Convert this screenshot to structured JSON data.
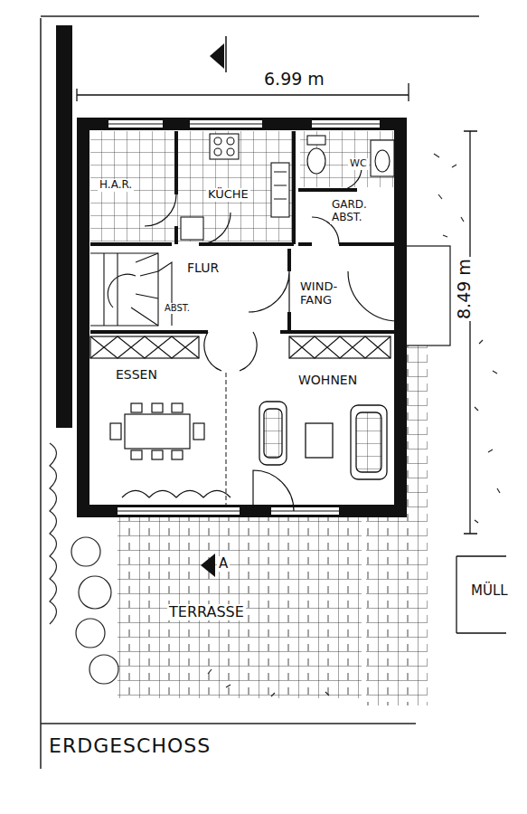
{
  "diagram": {
    "caption": "ERDGESCHOSS",
    "labels": [
      "6.99 m",
      "8.49 m",
      "H.A.R.",
      "KÜCHE",
      "WC",
      "GARD. ABST.",
      "FLUR",
      "WIND- FANG",
      "ABST.",
      "ESSEN",
      "WOHNEN",
      "TERRASSE",
      "MÜLL",
      "A"
    ]
  }
}
